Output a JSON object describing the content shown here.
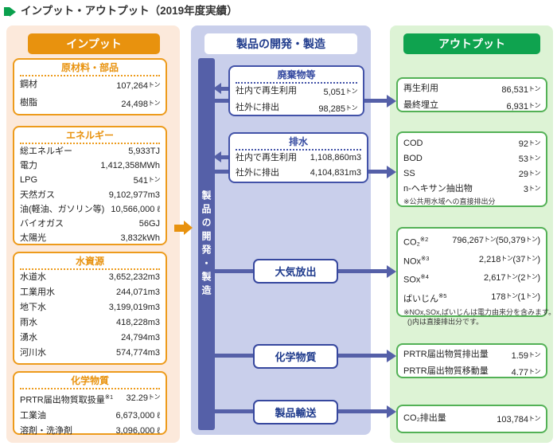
{
  "page_title": "インプット・アウトプット（2019年度実績）",
  "colors": {
    "input_accent": "#e8920e",
    "input_bg": "#fce9db",
    "process_accent": "#5560a8",
    "process_bg": "#c9cfeb",
    "process_text": "#1e3a8c",
    "output_accent": "#0fa34f",
    "output_bg": "#ddf3d5",
    "output_border": "#53b156",
    "title_bullet": "#0aa04d"
  },
  "input_panel": {
    "header": "インプット",
    "boxes": [
      {
        "title": "原材料・部品",
        "rows": [
          {
            "label": "鋼材",
            "value": "107,264㌧"
          },
          {
            "label": "樹脂",
            "value": "24,498㌧"
          }
        ]
      },
      {
        "title": "エネルギー",
        "rows": [
          {
            "label": "総エネルギー",
            "value": "5,933TJ"
          },
          {
            "label": "電力",
            "value": "1,412,358MWh"
          },
          {
            "label": "LPG",
            "value": "541㌧"
          },
          {
            "label": "天然ガス",
            "value": "9,102,977m3"
          },
          {
            "label": "油(軽油、ガソリン等)",
            "value": "10,566,000 ℓ"
          },
          {
            "label": "バイオガス",
            "value": "56GJ"
          },
          {
            "label": "太陽光",
            "value": "3,832kWh"
          }
        ]
      },
      {
        "title": "水資源",
        "rows": [
          {
            "label": "水道水",
            "value": "3,652,232m3"
          },
          {
            "label": "工業用水",
            "value": "244,071m3"
          },
          {
            "label": "地下水",
            "value": "3,199,019m3"
          },
          {
            "label": "雨水",
            "value": "418,228m3"
          },
          {
            "label": "湧水",
            "value": "24,794m3"
          },
          {
            "label": "河川水",
            "value": "574,774m3"
          }
        ]
      },
      {
        "title": "化学物質",
        "rows": [
          {
            "label": "PRTR届出物質取扱量",
            "sup": "※1",
            "value": "32.29㌧"
          },
          {
            "label": "工業油",
            "value": "6,673,000 ℓ"
          },
          {
            "label": "溶剤・洗浄剤",
            "value": "3,096,000 ℓ"
          }
        ]
      }
    ]
  },
  "process_panel": {
    "header": "製品の開発・製造",
    "vertical_bar_label": "製品の開発・製造",
    "waste_box": {
      "title": "廃棄物等",
      "rows": [
        {
          "label": "社内で再生利用",
          "value": "5,051㌧"
        },
        {
          "label": "社外に排出",
          "value": "98,285㌧"
        }
      ]
    },
    "drain_box": {
      "title": "排水",
      "rows": [
        {
          "label": "社内で再生利用",
          "value": "1,108,860m3"
        },
        {
          "label": "社外に排出",
          "value": "4,104,831m3"
        }
      ]
    },
    "flow_labels": {
      "air": "大気放出",
      "chemical": "化学物質",
      "transport": "製品輸送"
    }
  },
  "output_panel": {
    "header": "アウトプット",
    "recycle_box": {
      "rows": [
        {
          "label": "再生利用",
          "value": "86,531㌧"
        },
        {
          "label": "最終埋立",
          "value": "6,931㌧"
        }
      ]
    },
    "water_box": {
      "rows": [
        {
          "label": "COD",
          "value": "92㌧"
        },
        {
          "label": "BOD",
          "value": "53㌧"
        },
        {
          "label": "SS",
          "value": "29㌧"
        },
        {
          "label": "n-ヘキサン抽出物",
          "value": "3㌧"
        }
      ],
      "note": "※公共用水域への直接排出分"
    },
    "air_box": {
      "rows": [
        {
          "label": "CO₂",
          "sup": "※2",
          "value": "796,267㌧(50,379㌧)"
        },
        {
          "label": "NOx",
          "sup": "※3",
          "value": "2,218㌧(37㌧)"
        },
        {
          "label": "SOx",
          "sup": "※4",
          "value": "2,617㌧(2㌧)"
        },
        {
          "label": "ばいじん",
          "sup": "※5",
          "value": "178㌧(1㌧)"
        }
      ],
      "notes": [
        "※NOx,SOx,ばいじんは電力由来分を含みます。",
        "()内は直接排出分です。"
      ]
    },
    "prtr_box": {
      "rows": [
        {
          "label": "PRTR届出物質排出量",
          "value": "1.59㌧"
        },
        {
          "label": "PRTR届出物質移動量",
          "value": "4.77㌧"
        }
      ]
    },
    "co2_box": {
      "rows": [
        {
          "label": "CO₂排出量",
          "value": "103,784㌧"
        }
      ]
    }
  }
}
